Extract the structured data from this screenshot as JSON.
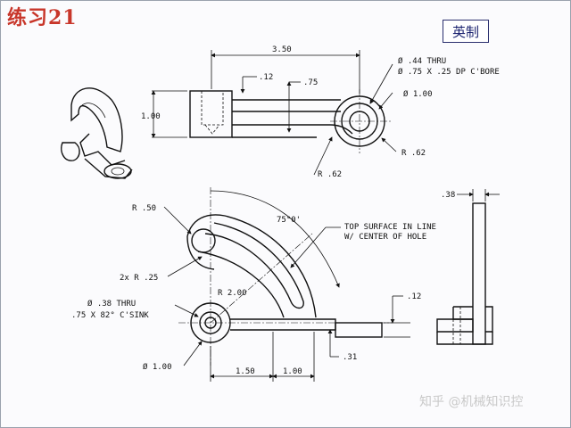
{
  "header": {
    "title": "练习21",
    "unit_badge": "英制"
  },
  "watermark": "知乎 @机械知识控",
  "drawing": {
    "top_view": {
      "overall_length": "3.50",
      "step": ".12",
      "thickness": ".75",
      "height": "1.00",
      "hole_note_line1": "Ø .44 THRU",
      "hole_note_line2": "Ø .75 X .25 DP C'BORE",
      "boss_dia": "Ø 1.00",
      "boss_radius": "R .62",
      "fillet_radius": "R .62"
    },
    "front_view": {
      "outer_radius": "R .50",
      "slot_radius": "2x R .25",
      "angle": "75°0'",
      "surface_note_line1": "TOP SURFACE IN LINE",
      "surface_note_line2": "W/ CENTER OF HOLE",
      "hole_note_line1": "Ø .38 THRU",
      "hole_note_line2": ".75 X 82° C'SINK",
      "arc_radius": "R 2.00",
      "boss_dia": "Ø 1.00",
      "dim_left": "1.50",
      "dim_right": "1.00",
      "tab_thickness": ".12",
      "base_thickness": ".31"
    },
    "side_view": {
      "width": ".38"
    }
  },
  "colors": {
    "title_red": "#c8362a",
    "badge_navy": "#1c2470",
    "line": "#111111"
  }
}
